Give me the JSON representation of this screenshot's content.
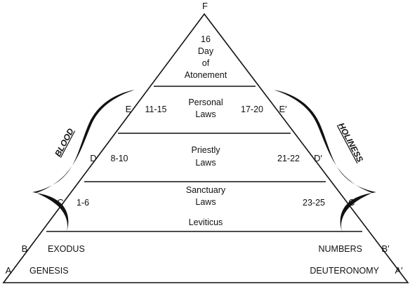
{
  "apex_label": "F",
  "top": [
    "16",
    "Day",
    "of",
    "Atonement"
  ],
  "levels": {
    "E": {
      "left_letter": "E",
      "left_range": "11-15",
      "center": [
        "Personal",
        "Laws"
      ],
      "right_range": "17-20",
      "right_letter": "E′"
    },
    "D": {
      "left_letter": "D",
      "left_range": "8-10",
      "center": [
        "Priestly",
        "Laws"
      ],
      "right_range": "21-22",
      "right_letter": "D′"
    },
    "C": {
      "left_letter": "C",
      "left_range": "1-6",
      "center": [
        "Sanctuary",
        "Laws",
        "Leviticus"
      ],
      "right_range": "23-25",
      "right_letter": "C′"
    },
    "B": {
      "left_letter": "B",
      "left_book": "EXODUS",
      "right_book": "NUMBERS",
      "right_letter": "B′"
    },
    "A": {
      "left_letter": "A",
      "left_book": "GENESIS",
      "right_book": "DEUTERONOMY",
      "right_letter": "A′"
    }
  },
  "left_side_label": "BLOOD",
  "right_side_label": "HOLINESS"
}
